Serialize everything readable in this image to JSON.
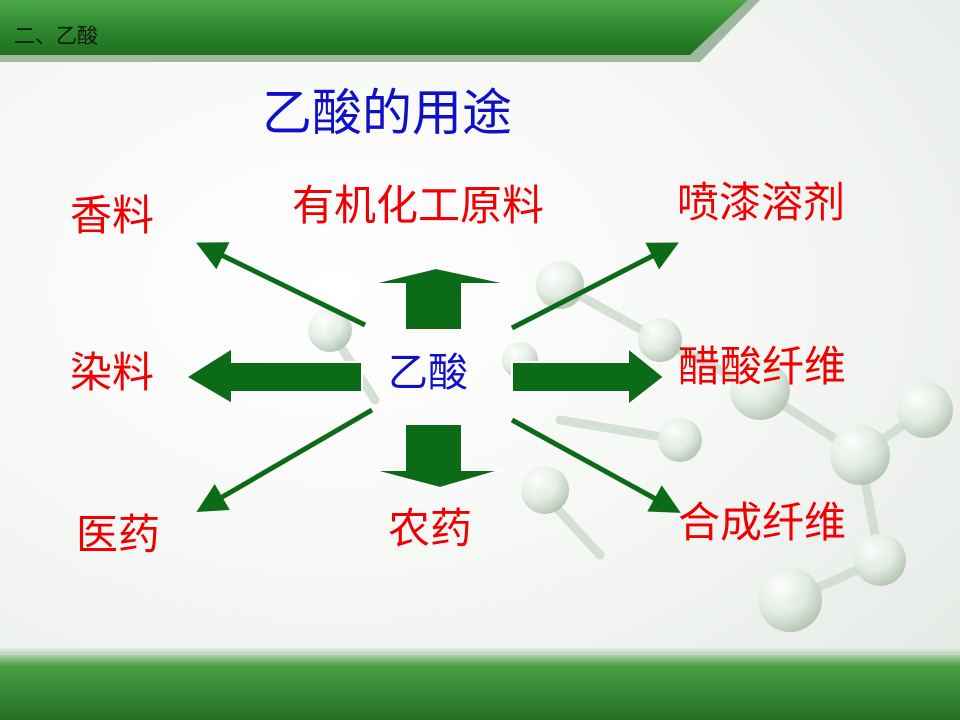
{
  "header": {
    "section_label": "二、乙酸"
  },
  "diagram": {
    "title": "乙酸的用途",
    "center": "乙酸",
    "uses": {
      "top_left": "香料",
      "top_center": "有机化工原料",
      "top_right": "喷漆溶剂",
      "middle_left": "染料",
      "middle_right": "醋酸纤维",
      "bottom_left": "医药",
      "bottom_center": "农药",
      "bottom_right": "合成纤维"
    }
  },
  "colors": {
    "header_green": "#2d8a2d",
    "arrow_green": "#0b6b16",
    "label_red": "#f00000",
    "center_blue": "#1010c8"
  }
}
